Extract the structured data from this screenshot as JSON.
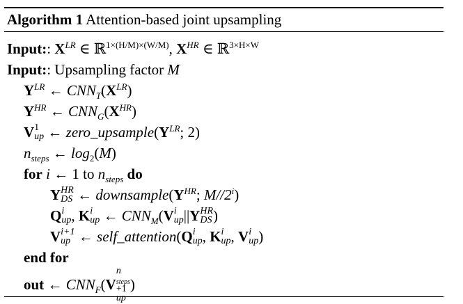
{
  "algorithm": {
    "title_keyword": "Algorithm 1",
    "title_text": "Attention-based joint upsampling",
    "lines": {
      "input1_kw": "Input:",
      "input1_text": ": ",
      "input1_math": "X^{LR} ∈ ℝ^{1×(H/M)×(W/M)}, X^{HR} ∈ ℝ^{3×H×W}",
      "input2_kw": "Input:",
      "input2_text": ": Upsampling factor ",
      "input2_var": "M",
      "l1": "Y^{LR} ← CNN_T(X^{LR})",
      "l2": "Y^{HR} ← CNN_G(X^{HR})",
      "l3": "V^1_{up} ← zero_upsample(Y^{LR}; 2)",
      "l4": "n_{steps} ← log_2(M)",
      "for_kw": "for",
      "for_mid": "i ← 1 to n_{steps}",
      "do_kw": "do",
      "l5": "Y^{HR}_{DS} ← downsample(Y^{HR}; M//2^i)",
      "l6": "Q^i_{up}, K^i_{up} ← CNN_M(V^i_{up}||Y^{HR}_{DS})",
      "l7": "V^{i+1}_{up} ← self_attention(Q^i_{up}, K^i_{up}, V^i_{up})",
      "endfor_kw": "end for",
      "out_kw": "out",
      "out_rest": "← CNN_F(V^{n_{steps}+1}_{up})"
    }
  },
  "math_tokens": {
    "X": "X",
    "Y": "Y",
    "V": "V",
    "Q": "Q",
    "K": "K",
    "LR": "LR",
    "HR": "HR",
    "DS": "DS",
    "up": "up",
    "arrow": "←",
    "in": "∈",
    "R": "ℝ",
    "dim1": "1×(H/M)×(W/M)",
    "dim2": "3×H×W",
    "CNN": "CNN",
    "T": "T",
    "G": "G",
    "M": "M",
    "F": "F",
    "zero_upsample": "zero_upsample",
    "downsample": "downsample",
    "self_attention": "self_attention",
    "log": "log",
    "n": "n",
    "steps": "steps",
    "i": "i",
    "ip1": "i+1",
    "one": "1",
    "two": "2",
    "to": "to",
    "nsteps1": "+1",
    "comma": ",",
    "semi": ";",
    "mod": "M//2",
    "par": "||"
  }
}
